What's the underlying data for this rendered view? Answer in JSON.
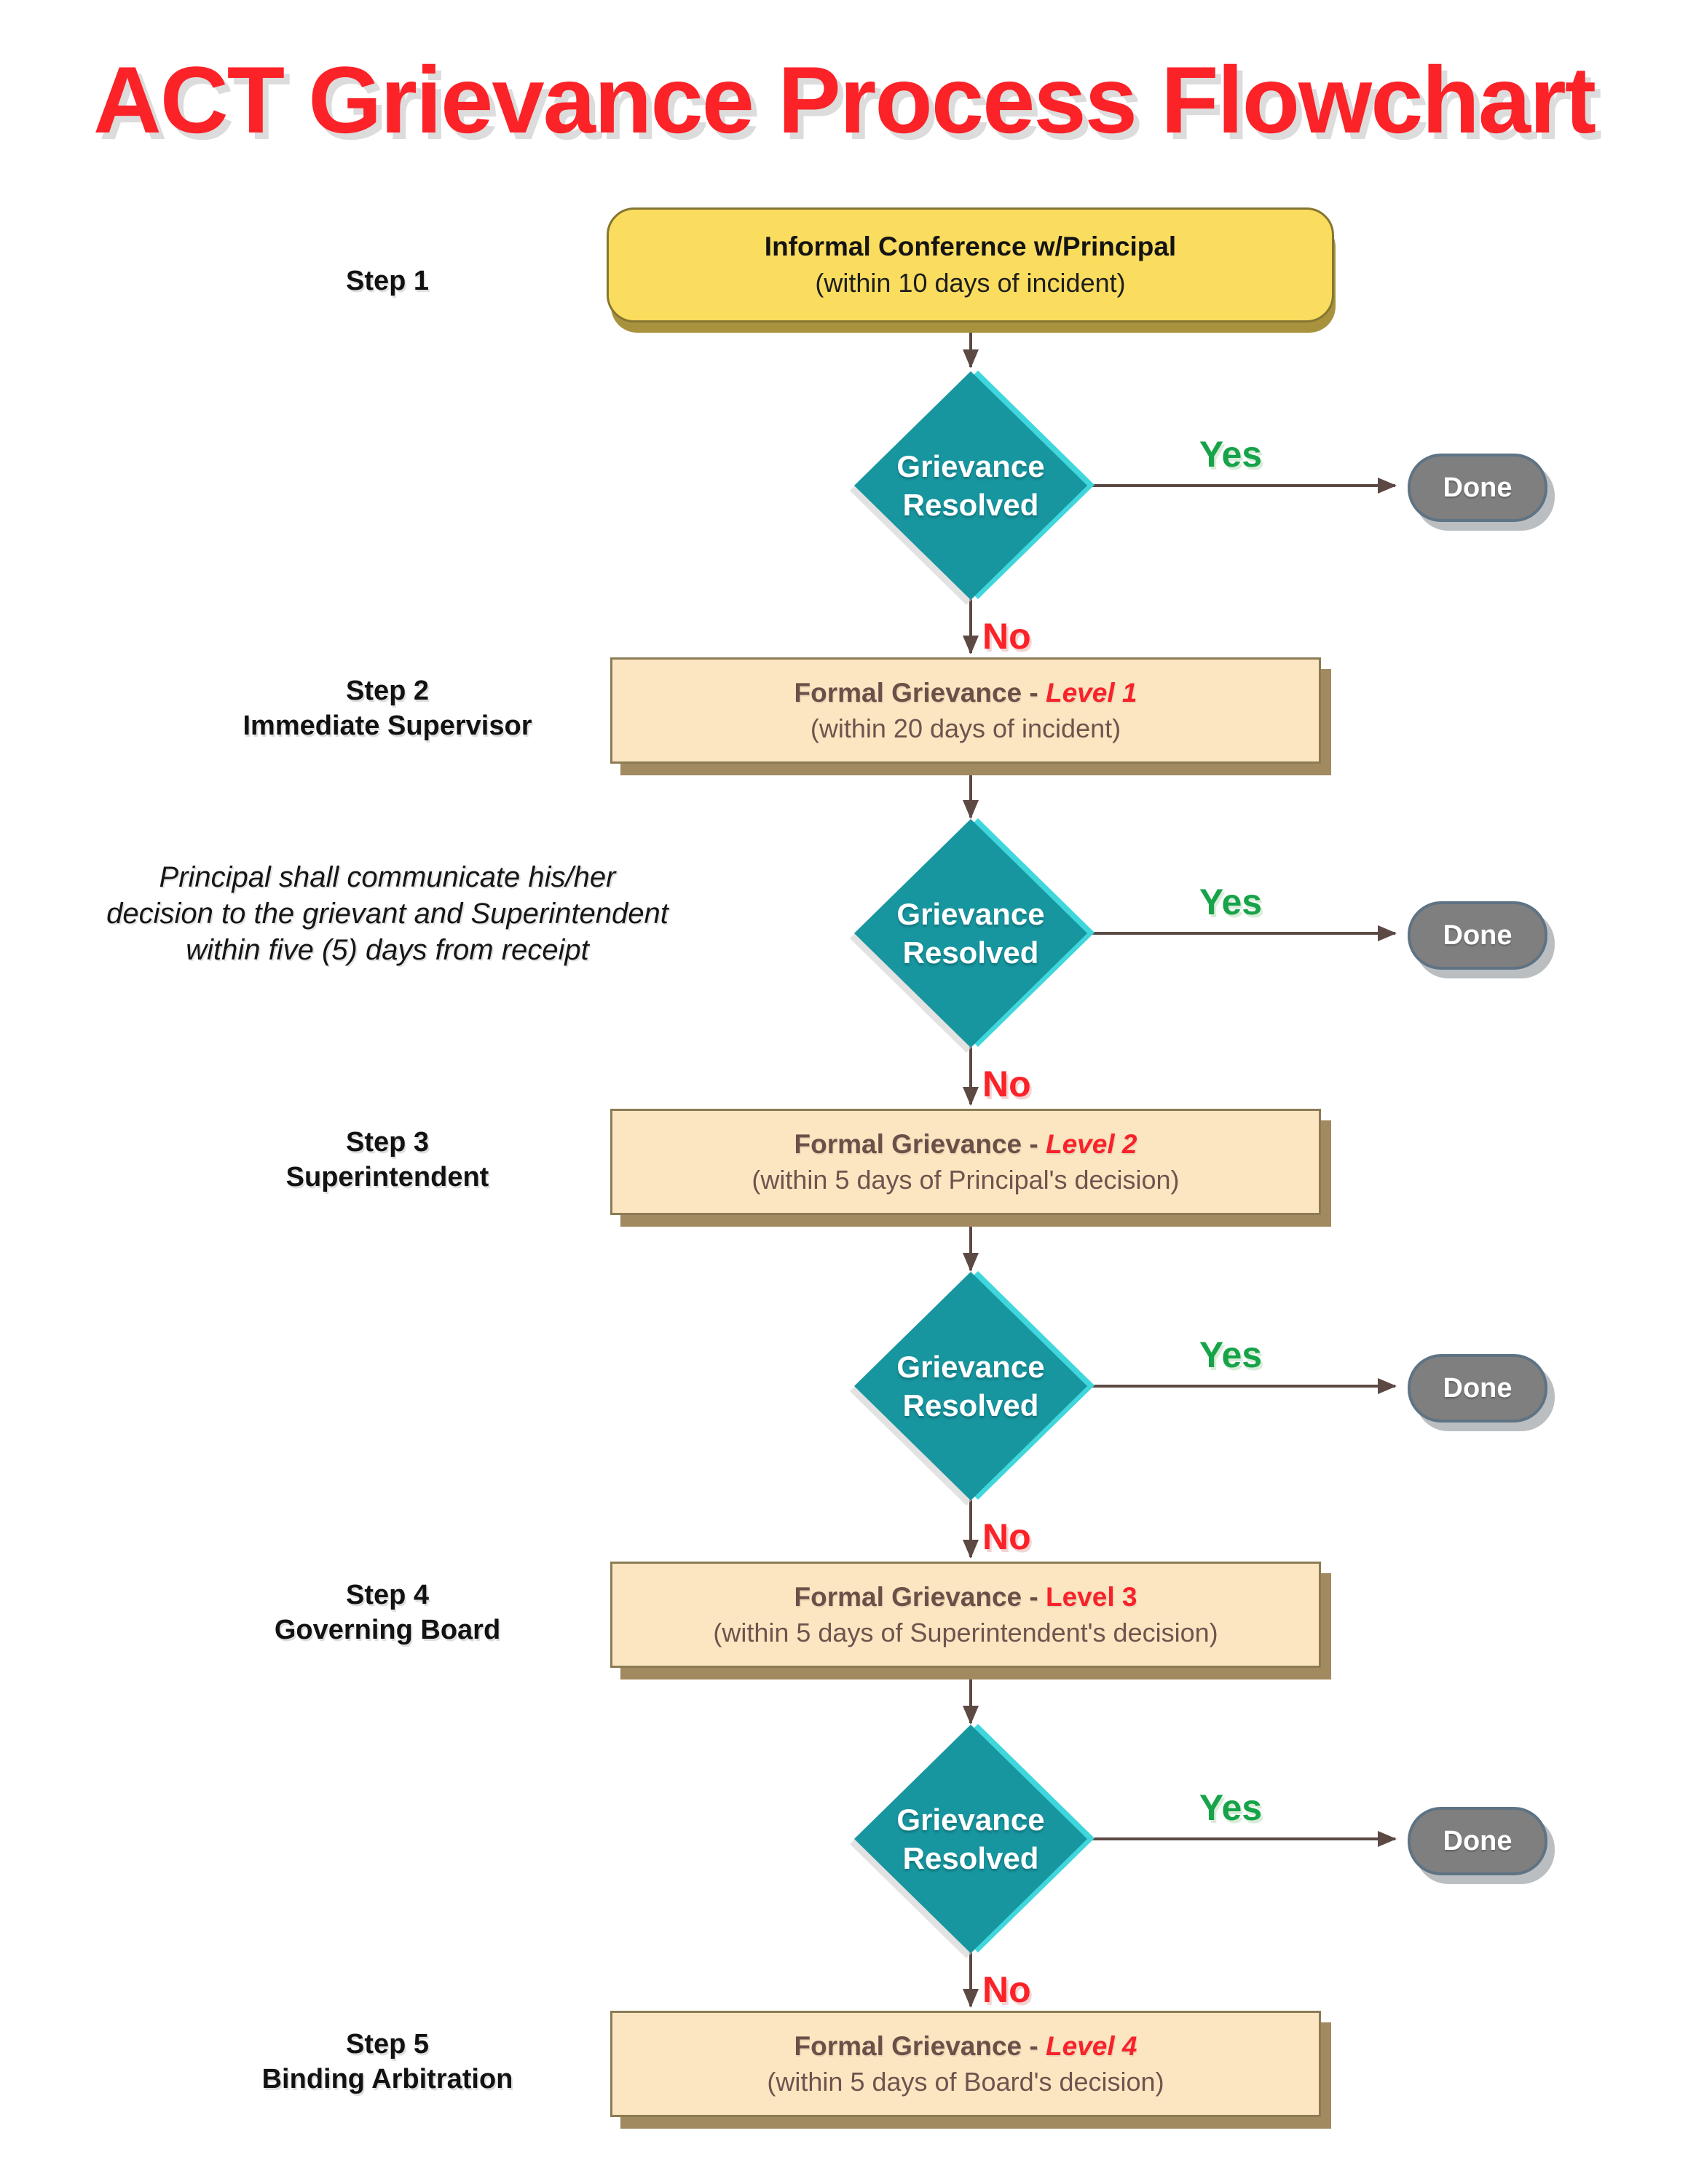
{
  "title": "ACT Grievance Process Flowchart",
  "labels": {
    "yes": "Yes",
    "no": "No",
    "done": "Done"
  },
  "decision": {
    "line1": "Grievance",
    "line2": "Resolved"
  },
  "note": {
    "line1": "Principal shall communicate his/her",
    "line2": "decision to the grievant and Superintendent",
    "line3": "within five (5) days from receipt"
  },
  "steps": {
    "step1": {
      "label": "Step 1",
      "title": "Informal Conference w/Principal",
      "subtitle": "(within 10 days of incident)"
    },
    "step2": {
      "label1": "Step 2",
      "label2": "Immediate Supervisor",
      "prefix": "Formal Grievance -",
      "level": "Level 1",
      "subtitle": "(within 20 days of incident)"
    },
    "step3": {
      "label1": "Step 3",
      "label2": "Superintendent",
      "prefix": "Formal Grievance -",
      "level": "Level 2",
      "subtitle": "(within 5 days of Principal's decision)"
    },
    "step4": {
      "label1": "Step 4",
      "label2": "Governing Board",
      "prefix": "Formal Grievance -",
      "level": "Level 3",
      "subtitle": "(within 5 days of Superintendent's decision)"
    },
    "step5": {
      "label1": "Step 5",
      "label2": "Binding Arbitration",
      "prefix": "Formal Grievance -",
      "level": "Level 4",
      "subtitle": "(within 5 days of Board's decision)"
    }
  },
  "colors": {
    "title_red": "#FB2228",
    "level_red": "#F8222B",
    "yes_green": "#17A349",
    "diamond_teal": "#17969F",
    "diamond_glow": "#3FD6DC",
    "start_yellow": "#FADC5E",
    "process_tan": "#FBE6C1",
    "box_text_brown": "#6B5049",
    "arrow_brown": "#5D4944",
    "done_gray": "#7F7F7F"
  }
}
